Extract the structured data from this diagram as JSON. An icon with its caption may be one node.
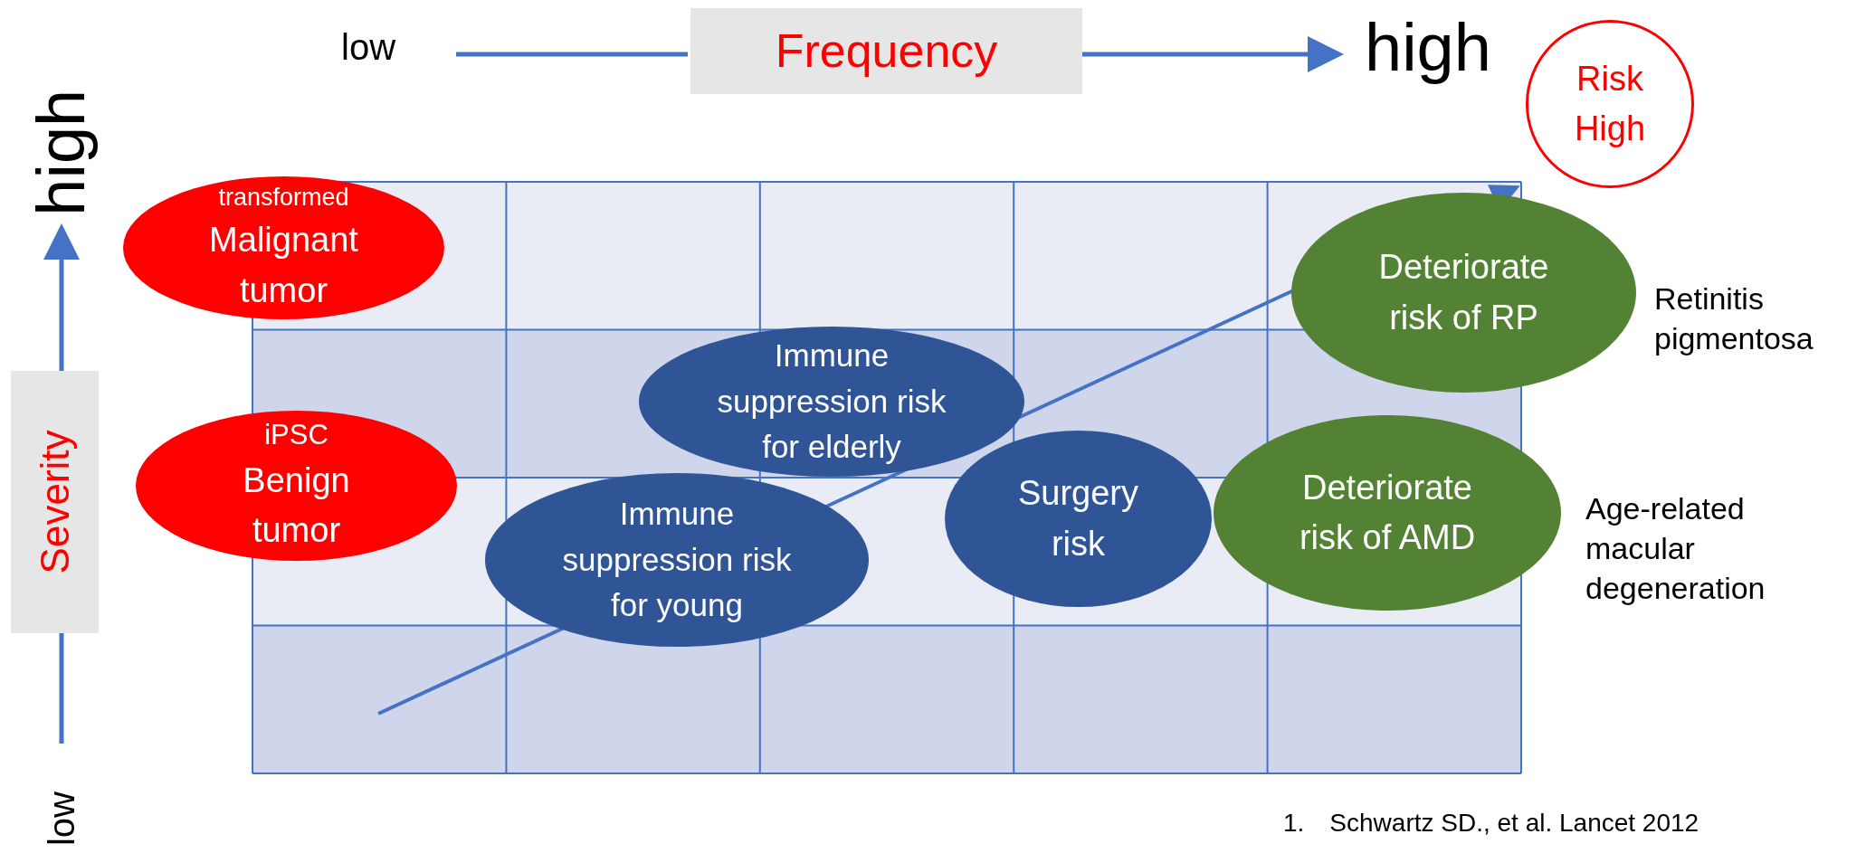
{
  "diagram": {
    "nodes": [
      {
        "text": [
          "Frequency"
        ]
      },
      {
        "text": [
          "Severity"
        ]
      },
      {
        "text": [
          "Risk High"
        ]
      },
      {
        "text": [
          "transformed",
          "Malignant tumor"
        ]
      },
      {
        "text": [
          "Deteriorate risk of RP"
        ],
        "beside": [
          "Retinitis pigmentosa"
        ]
      },
      {
        "text": [
          "Immune suppression risk for elderly"
        ]
      },
      {
        "text": [
          "iPSC",
          "Benign tumor"
        ]
      },
      {
        "text": [
          "Surgery risk"
        ]
      },
      {
        "text": [
          "Deteriorate risk of AMD"
        ],
        "beside": [
          "Age-related macular degeneration"
        ]
      },
      {
        "text": [
          "Immune suppression risk for young"
        ]
      }
    ],
    "labels": [
      "low",
      "high",
      "high",
      "low",
      "1.　Schwartz SD., et al. Lancet 2012"
    ]
  }
}
